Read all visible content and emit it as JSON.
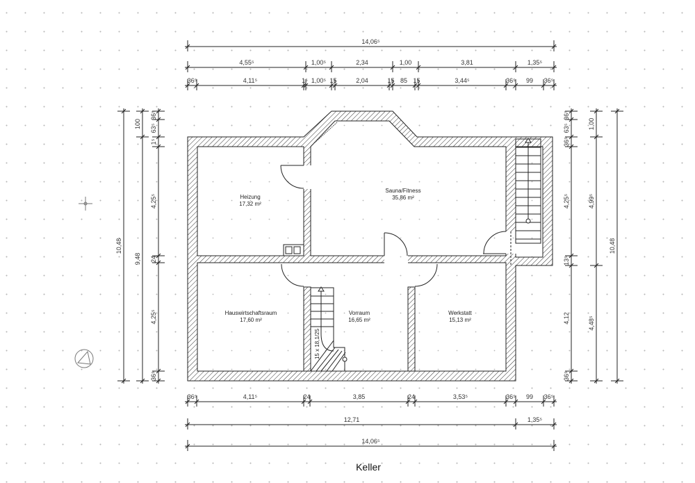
{
  "title": "Keller",
  "rooms": [
    {
      "name": "Heizung",
      "area": "17,32 m²"
    },
    {
      "name": "Sauna/Fitness",
      "area": "35,86 m²"
    },
    {
      "name": "Hauswirtschaftsraum",
      "area": "17,60 m²"
    },
    {
      "name": "Vorraum",
      "area": "16,65 m²"
    },
    {
      "name": "Werkstatt",
      "area": "15,13 m²"
    }
  ],
  "stair_label": "15 x 18,1/25",
  "dimensions": {
    "top_total": [
      "14,06⁵"
    ],
    "top_mid": [
      "4,55⁵",
      "1,00⁵",
      "2,34",
      "1,00",
      "3,81",
      "1,35⁵"
    ],
    "top_detail": [
      "36⁵",
      "4,11⁵",
      "1⁵",
      "1,00⁵",
      "15",
      "2,04",
      "15",
      "85",
      "15",
      "3,44⁵",
      "36⁵",
      "99",
      "36⁵"
    ],
    "bottom_detail": [
      "36⁵",
      "4,11⁵",
      "24",
      "3,85",
      "24",
      "3,53⁵",
      "36⁵",
      "99",
      "36⁵"
    ],
    "bottom_mid": [
      "12,71",
      "1,35⁵"
    ],
    "bottom_total": [
      "14,06⁵"
    ],
    "left_total": [
      "10,48"
    ],
    "left_mid": [
      "100",
      "9,48"
    ],
    "left_detail": [
      "36⁵",
      "63⁵",
      "1⁵",
      "4,25⁵",
      "24",
      "4,25⁵",
      "36⁵"
    ],
    "right_detail": [
      "36⁵",
      "63⁵",
      "36⁵",
      "4,25⁵",
      "13⁵",
      "4,12",
      "36⁵"
    ],
    "right_mid": [
      "1,00",
      "4,99⁵",
      "4,48⁵"
    ],
    "right_total": [
      "10,48"
    ]
  }
}
